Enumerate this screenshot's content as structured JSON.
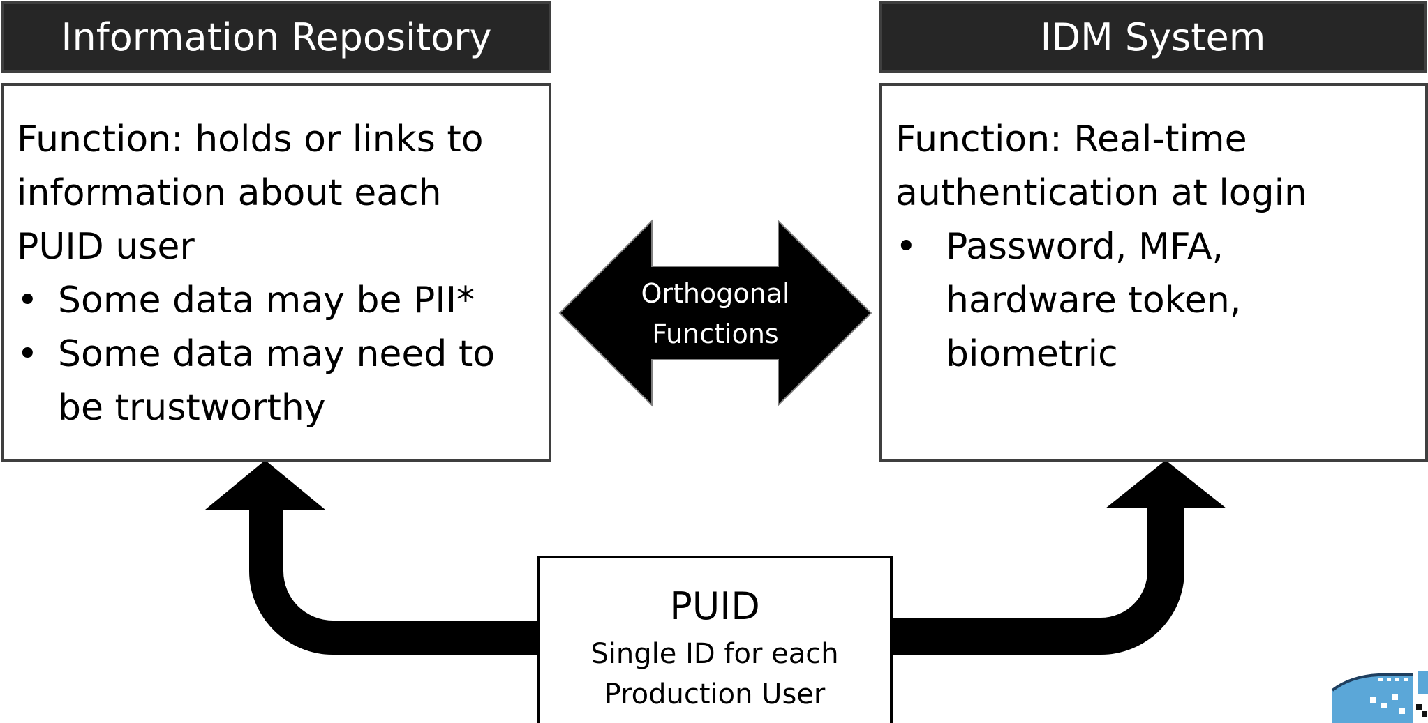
{
  "left_panel": {
    "header": "Information Repository",
    "function_lines": [
      "Function: holds or links to",
      "information about each",
      "PUID user"
    ],
    "bullets": [
      "Some data may be PII*",
      "Some data may need to",
      "be trustworthy"
    ]
  },
  "right_panel": {
    "header": "IDM System",
    "function_lines": [
      "Function: Real-time",
      "authentication at login"
    ],
    "bullets": [
      "Password, MFA,",
      "hardware token,",
      "biometric"
    ]
  },
  "center_arrow": {
    "line1": "Orthogonal",
    "line2": "Functions"
  },
  "puid": {
    "title": "PUID",
    "line1": "Single ID for each",
    "line2": "Production User"
  },
  "colors": {
    "header_bg": "#262626",
    "border": "#3f3f3f",
    "arrow": "#000000",
    "logo_blue": "#5ba7d8"
  },
  "icons": {
    "logo": "film-strip-logo"
  }
}
